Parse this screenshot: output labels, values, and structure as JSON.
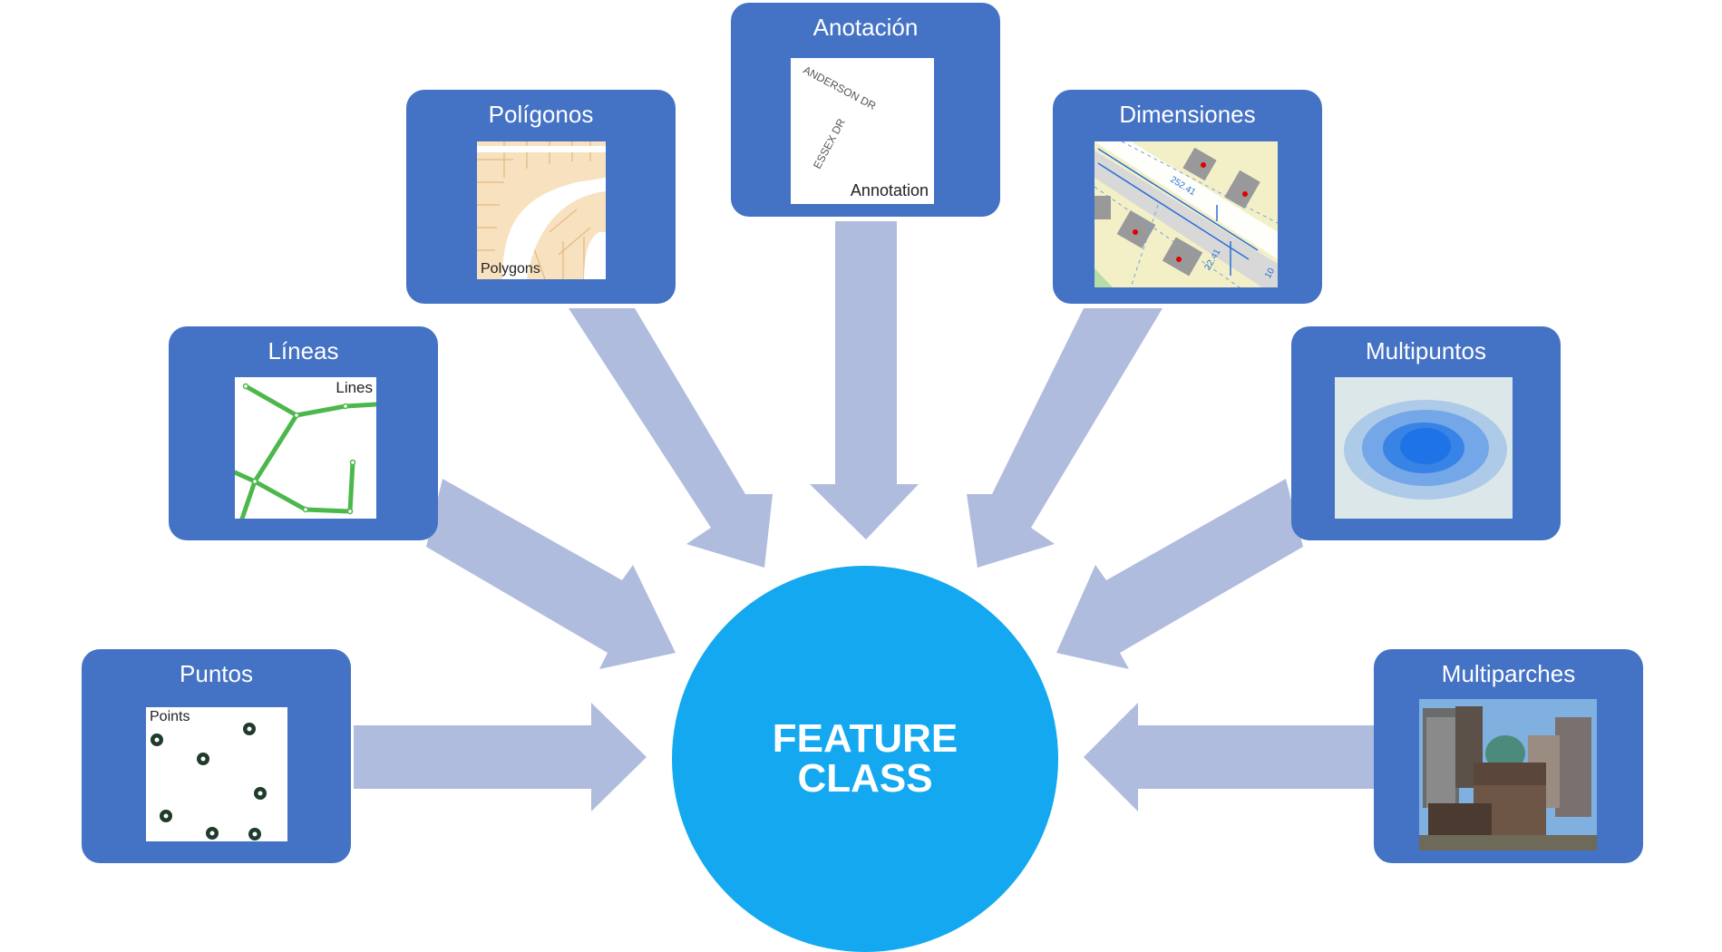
{
  "center": {
    "line1": "FEATURE",
    "line2": "CLASS"
  },
  "boxes": {
    "anotacion": {
      "title": "Anotación",
      "image_label": "Annotation",
      "street1": "ANDERSON DR",
      "street2": "ESSEX DR"
    },
    "poligonos": {
      "title": "Polígonos",
      "image_label": "Polygons"
    },
    "dimensiones": {
      "title": "Dimensiones",
      "dim1": "252.41",
      "dim2": "22.41",
      "dim3": "10"
    },
    "lineas": {
      "title": "Líneas",
      "image_label": "Lines"
    },
    "multipuntos": {
      "title": "Multipuntos"
    },
    "puntos": {
      "title": "Puntos",
      "image_label": "Points"
    },
    "multiparches": {
      "title": "Multiparches"
    }
  },
  "colors": {
    "box": "#4472c4",
    "center": "#13a8ef",
    "arrow": "#b0bcde"
  }
}
